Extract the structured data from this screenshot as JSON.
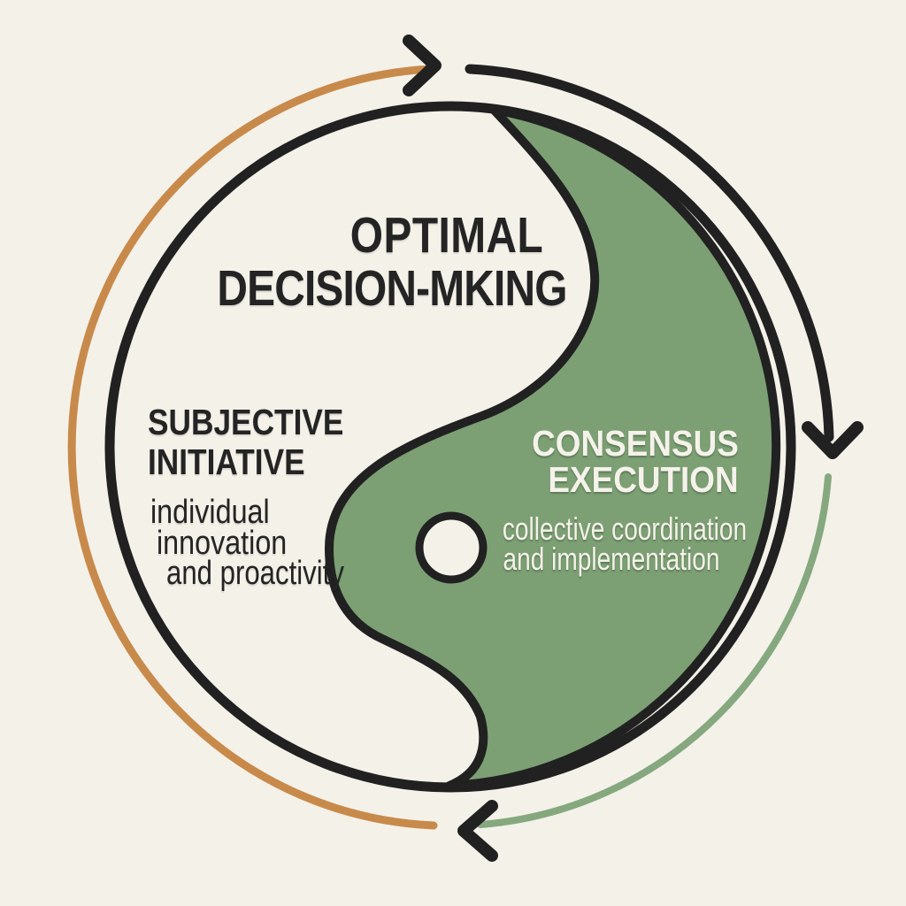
{
  "title": {
    "line1": "OPTIMAL",
    "line2": "DECISION-MKING"
  },
  "left_section": {
    "heading_line1": "SUBJECTIVE",
    "heading_line2": "INITIATIVE",
    "sub_line1": "individual",
    "sub_line2": "innovation",
    "sub_line3": "and proactivity"
  },
  "right_section": {
    "heading_line1": "CONSENSUS",
    "heading_line2": "EXECUTION",
    "sub_line1": "collective coordination",
    "sub_line2": "and implementation"
  },
  "colors": {
    "background": "#f4f1e9",
    "green_fill": "#7ca074",
    "green_arc": "#85a87e",
    "orange_arc": "#c88a4b",
    "ink": "#212121",
    "text_dark": "#242424",
    "text_light": "#f5f2ea"
  }
}
